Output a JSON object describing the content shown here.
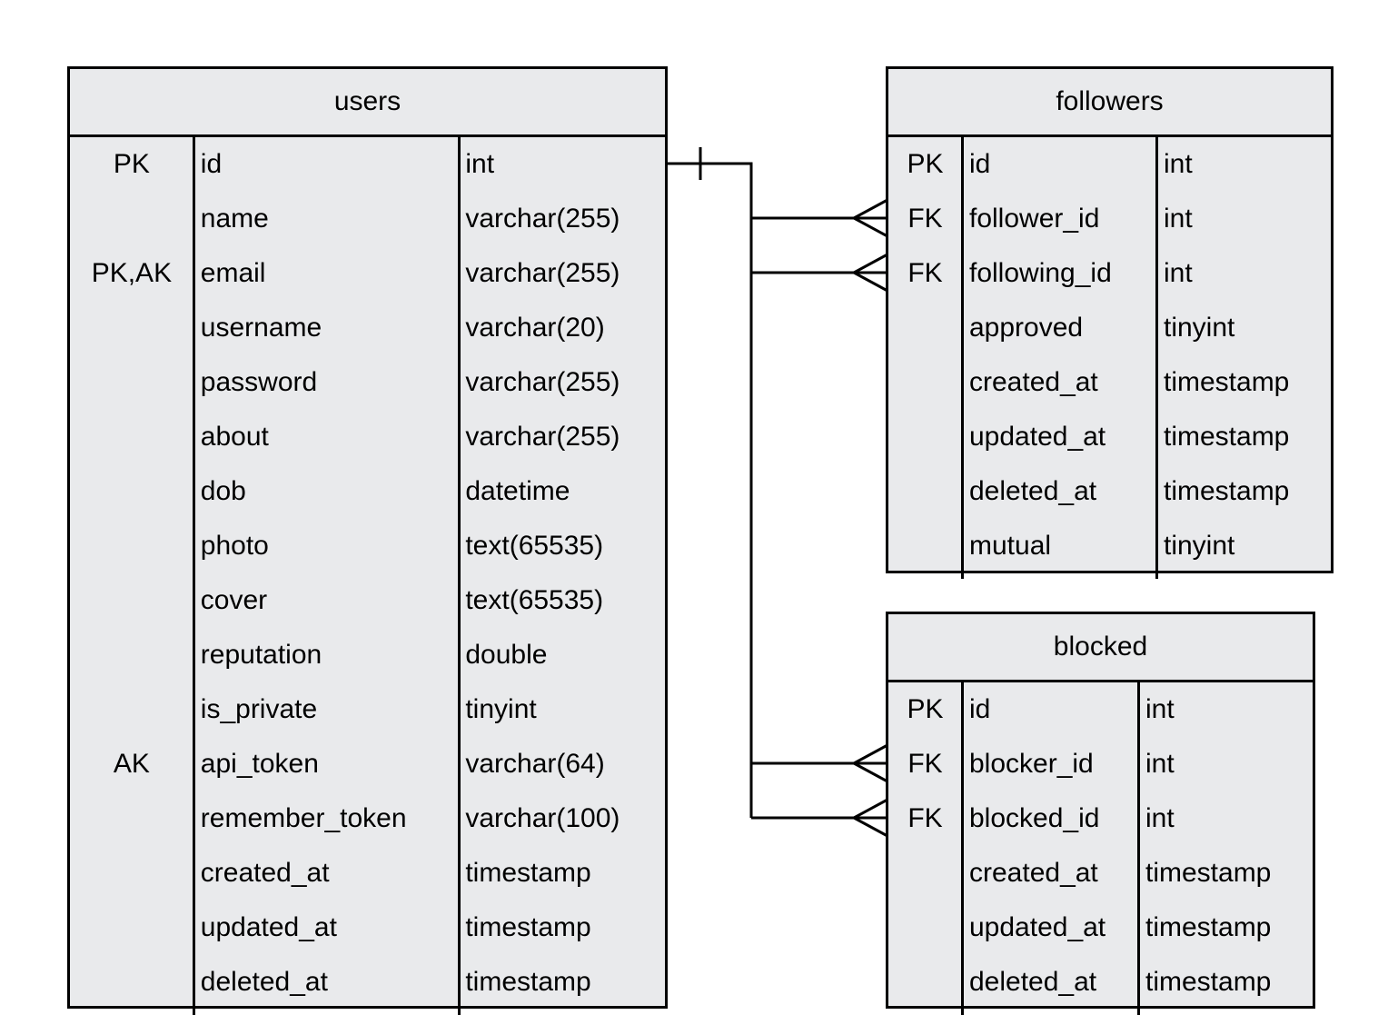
{
  "entities": {
    "users": {
      "title": "users",
      "rows": [
        {
          "key": "PK",
          "name": "id",
          "type": "int"
        },
        {
          "key": "",
          "name": "name",
          "type": "varchar(255)"
        },
        {
          "key": "PK,AK",
          "name": "email",
          "type": "varchar(255)"
        },
        {
          "key": "",
          "name": "username",
          "type": "varchar(20)"
        },
        {
          "key": "",
          "name": "password",
          "type": "varchar(255)"
        },
        {
          "key": "",
          "name": "about",
          "type": "varchar(255)"
        },
        {
          "key": "",
          "name": "dob",
          "type": "datetime"
        },
        {
          "key": "",
          "name": "photo",
          "type": "text(65535)"
        },
        {
          "key": "",
          "name": "cover",
          "type": "text(65535)"
        },
        {
          "key": "",
          "name": "reputation",
          "type": "double"
        },
        {
          "key": "",
          "name": "is_private",
          "type": "tinyint"
        },
        {
          "key": "AK",
          "name": "api_token",
          "type": "varchar(64)"
        },
        {
          "key": "",
          "name": "remember_token",
          "type": "varchar(100)"
        },
        {
          "key": "",
          "name": "created_at",
          "type": "timestamp"
        },
        {
          "key": "",
          "name": "updated_at",
          "type": "timestamp"
        },
        {
          "key": "",
          "name": "deleted_at",
          "type": "timestamp"
        }
      ]
    },
    "followers": {
      "title": "followers",
      "rows": [
        {
          "key": "PK",
          "name": "id",
          "type": "int"
        },
        {
          "key": "FK",
          "name": "follower_id",
          "type": "int"
        },
        {
          "key": "FK",
          "name": "following_id",
          "type": "int"
        },
        {
          "key": "",
          "name": "approved",
          "type": "tinyint"
        },
        {
          "key": "",
          "name": "created_at",
          "type": "timestamp"
        },
        {
          "key": "",
          "name": "updated_at",
          "type": "timestamp"
        },
        {
          "key": "",
          "name": "deleted_at",
          "type": "timestamp"
        },
        {
          "key": "",
          "name": "mutual",
          "type": "tinyint"
        }
      ]
    },
    "blocked": {
      "title": "blocked",
      "rows": [
        {
          "key": "PK",
          "name": "id",
          "type": "int"
        },
        {
          "key": "FK",
          "name": "blocker_id",
          "type": "int"
        },
        {
          "key": "FK",
          "name": "blocked_id",
          "type": "int"
        },
        {
          "key": "",
          "name": "created_at",
          "type": "timestamp"
        },
        {
          "key": "",
          "name": "updated_at",
          "type": "timestamp"
        },
        {
          "key": "",
          "name": "deleted_at",
          "type": "timestamp"
        }
      ]
    }
  },
  "relationships": [
    {
      "from": "users.id",
      "to": "followers.follower_id",
      "cardinality": "one-to-many"
    },
    {
      "from": "users.id",
      "to": "followers.following_id",
      "cardinality": "one-to-many"
    },
    {
      "from": "users.id",
      "to": "blocked.blocker_id",
      "cardinality": "one-to-many"
    },
    {
      "from": "users.id",
      "to": "blocked.blocked_id",
      "cardinality": "one-to-many"
    }
  ]
}
